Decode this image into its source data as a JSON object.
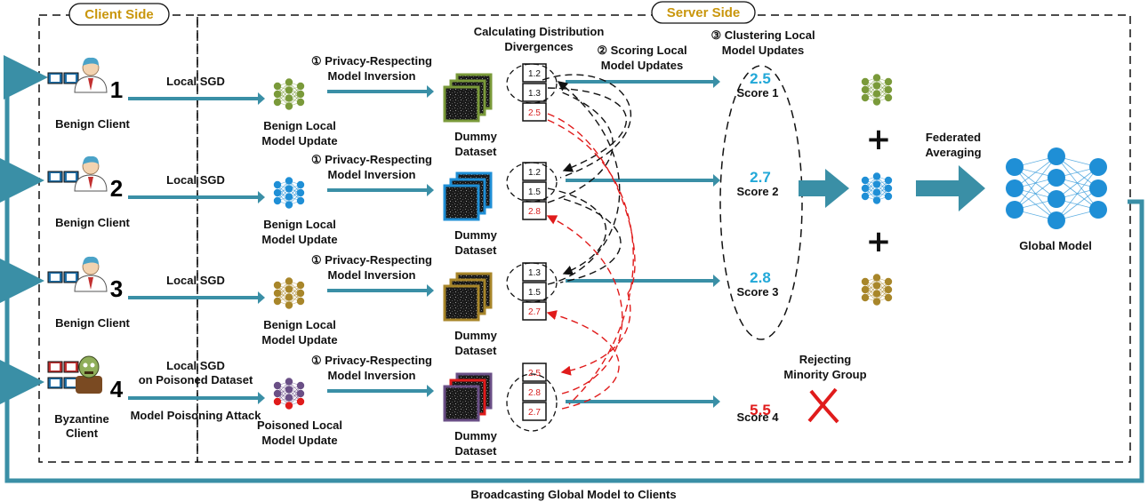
{
  "sections": {
    "client": "Client Side",
    "server": "Server Side"
  },
  "steps": {
    "step1": "① Privacy-Respecting",
    "step1b": "Model Inversion",
    "calc1": "Calculating Distribution",
    "calc2": "Divergences",
    "step2a": "② Scoring Local",
    "step2b": "Model Updates",
    "step3a": "③ Clustering Local",
    "step3b": "Model Updates"
  },
  "clients": [
    {
      "num": "1",
      "label": "Benign Client",
      "train": "Local SGD",
      "update1": "Benign Local",
      "update2": "Model Update",
      "cells": [
        "1.2",
        "1.3",
        "2.5"
      ],
      "score": "2.5",
      "score_label": "Score 1"
    },
    {
      "num": "2",
      "label": "Benign Client",
      "train": "Local SGD",
      "update1": "Benign Local",
      "update2": "Model Update",
      "cells": [
        "1.2",
        "1.5",
        "2.8"
      ],
      "score": "2.7",
      "score_label": "Score 2"
    },
    {
      "num": "3",
      "label": "Benign Client",
      "train": "Local SGD",
      "update1": "Benign Local",
      "update2": "Model Update",
      "cells": [
        "1.3",
        "1.5",
        "2.7"
      ],
      "score": "2.8",
      "score_label": "Score 3"
    },
    {
      "num": "4",
      "label": "Byzantine",
      "label2": "Client",
      "train": "Local SGD",
      "train2": "on Poisoned Dataset",
      "attack": "Model Poisoning Attack",
      "update1": "Poisoned Local",
      "update2": "Model Update",
      "cells": [
        "2.5",
        "2.8",
        "2.7"
      ],
      "score": "5.5",
      "score_label": "Score 4"
    }
  ],
  "dummy": {
    "line1": "Dummy",
    "line2": "Dataset"
  },
  "reject": {
    "line1": "Rejecting",
    "line2": "Minority Group"
  },
  "fedavg": {
    "line1": "Federated",
    "line2": "Averaging"
  },
  "global_model": "Global Model",
  "broadcast": "Broadcasting Global Model to Clients",
  "colors": {
    "teal": "#3a8fa6",
    "green": "#7a9a3a",
    "blue": "#1f8fd6",
    "gold": "#a8862a",
    "purple": "#6a4f86",
    "red": "#e01b1b",
    "score": "#22a8d8"
  }
}
